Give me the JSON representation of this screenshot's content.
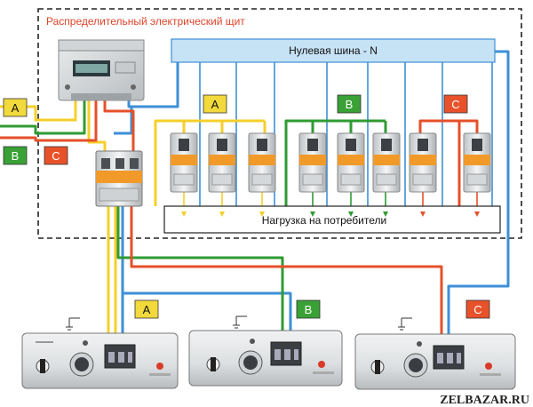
{
  "panel": {
    "title": "Распределительный электрический щит"
  },
  "neutral_bus": {
    "label": "Нулевая шина - N"
  },
  "load_bar": {
    "label": "Нагрузка на потребители"
  },
  "phases": {
    "a": {
      "label": "A",
      "color": "#f5cf2a",
      "badge_color": "#f2da3c"
    },
    "b": {
      "label": "B",
      "color": "#2f9b33",
      "badge_color": "#3aa136"
    },
    "c": {
      "label": "C",
      "color": "#e5502a",
      "badge_color": "#e8522a"
    }
  },
  "neutral_color": "#3d8fd6",
  "stabilizers": [
    {
      "phase": "A"
    },
    {
      "phase": "B"
    },
    {
      "phase": "C"
    }
  ],
  "watermark": "ZELBAZAR.RU"
}
